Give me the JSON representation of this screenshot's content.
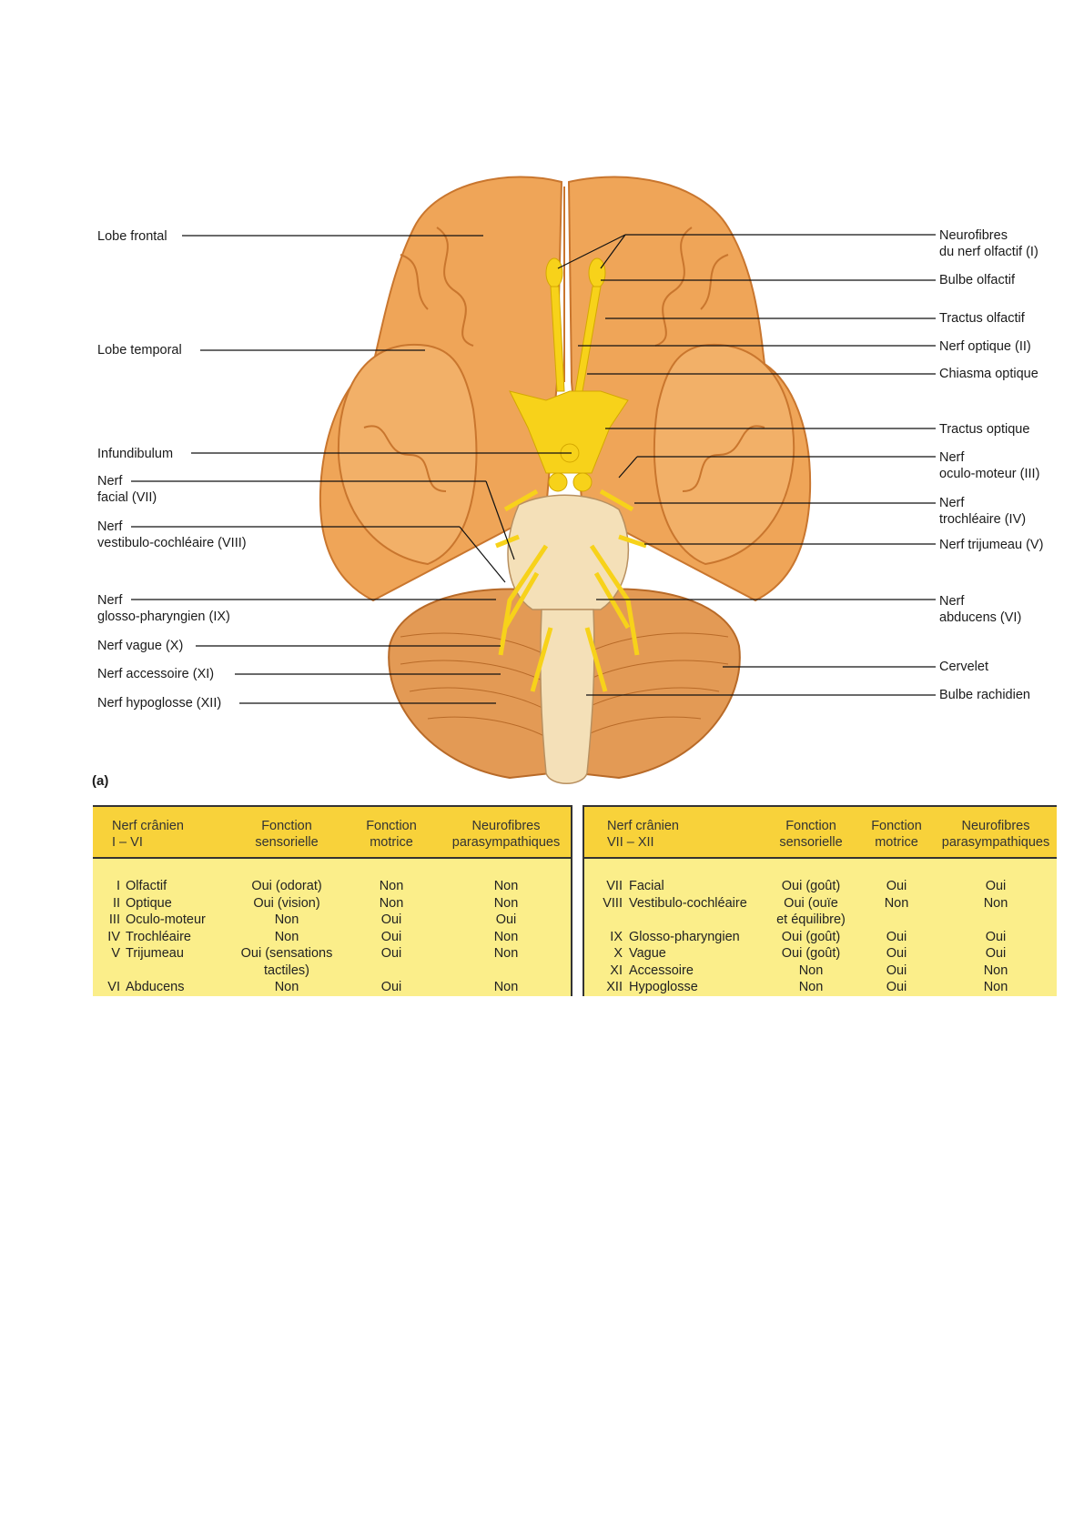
{
  "figure_tag": "(a)",
  "left_labels": [
    {
      "id": "lobe-frontal",
      "text": "Lobe frontal"
    },
    {
      "id": "lobe-temporal",
      "text": "Lobe temporal"
    },
    {
      "id": "infundibulum",
      "text": "Infundibulum"
    },
    {
      "id": "nerf-facial",
      "text": "Nerf\nfacial (VII)"
    },
    {
      "id": "nerf-vestibulo",
      "text": "Nerf\nvestibulo-cochléaire (VIII)"
    },
    {
      "id": "nerf-glosso",
      "text": "Nerf\nglosso-pharyngien (IX)"
    },
    {
      "id": "nerf-vague",
      "text": "Nerf vague (X)"
    },
    {
      "id": "nerf-accessoire",
      "text": "Nerf accessoire (XI)"
    },
    {
      "id": "nerf-hypoglosse",
      "text": "Nerf hypoglosse (XII)"
    }
  ],
  "right_labels": [
    {
      "id": "neurofibres-olfactif",
      "text": "Neurofibres\ndu nerf olfactif (I)"
    },
    {
      "id": "bulbe-olfactif",
      "text": "Bulbe olfactif"
    },
    {
      "id": "tractus-olfactif",
      "text": "Tractus olfactif"
    },
    {
      "id": "nerf-optique",
      "text": "Nerf optique (II)"
    },
    {
      "id": "chiasma-optique",
      "text": "Chiasma optique"
    },
    {
      "id": "tractus-optique",
      "text": "Tractus optique"
    },
    {
      "id": "nerf-oculo-moteur",
      "text": "Nerf\noculo-moteur (III)"
    },
    {
      "id": "nerf-trochleaire",
      "text": "Nerf\ntrochléaire (IV)"
    },
    {
      "id": "nerf-trijumeau",
      "text": "Nerf trijumeau (V)"
    },
    {
      "id": "nerf-abducens",
      "text": "Nerf\nabducens (VI)"
    },
    {
      "id": "cervelet",
      "text": "Cervelet"
    },
    {
      "id": "bulbe-rachidien",
      "text": "Bulbe rachidien"
    }
  ],
  "table_left": {
    "headers": [
      "Nerf crânien\nI – VI",
      "Fonction\nsensorielle",
      "Fonction\nmotrice",
      "Neurofibres\nparasympathiques"
    ],
    "rows": [
      {
        "num": "I",
        "name": "Olfactif",
        "sens": "Oui (odorat)",
        "mot": "Non",
        "para": "Non"
      },
      {
        "num": "II",
        "name": "Optique",
        "sens": "Oui (vision)",
        "mot": "Non",
        "para": "Non"
      },
      {
        "num": "III",
        "name": "Oculo-moteur",
        "sens": "Non",
        "mot": "Oui",
        "para": "Oui"
      },
      {
        "num": "IV",
        "name": "Trochléaire",
        "sens": "Non",
        "mot": "Oui",
        "para": "Non"
      },
      {
        "num": "V",
        "name": "Trijumeau",
        "sens": "Oui (sensations\ntactiles)",
        "mot": "Oui",
        "para": "Non"
      },
      {
        "num": "VI",
        "name": "Abducens",
        "sens": "Non",
        "mot": "Oui",
        "para": "Non"
      }
    ]
  },
  "table_right": {
    "headers": [
      "Nerf crânien\nVII – XII",
      "Fonction\nsensorielle",
      "Fonction\nmotrice",
      "Neurofibres\nparasympathiques"
    ],
    "rows": [
      {
        "num": "VII",
        "name": "Facial",
        "sens": "Oui (goût)",
        "mot": "Oui",
        "para": "Oui"
      },
      {
        "num": "VIII",
        "name": "Vestibulo-cochléaire",
        "sens": "Oui (ouïe\net équilibre)",
        "mot": "Non",
        "para": "Non"
      },
      {
        "num": "IX",
        "name": "Glosso-pharyngien",
        "sens": "Oui (goût)",
        "mot": "Oui",
        "para": "Oui"
      },
      {
        "num": "X",
        "name": "Vague",
        "sens": "Oui (goût)",
        "mot": "Oui",
        "para": "Oui"
      },
      {
        "num": "XI",
        "name": "Accessoire",
        "sens": "Non",
        "mot": "Oui",
        "para": "Non"
      },
      {
        "num": "XII",
        "name": "Hypoglosse",
        "sens": "Non",
        "mot": "Oui",
        "para": "Non"
      }
    ]
  },
  "colors": {
    "cortex": "#efa558",
    "cortex_dark": "#cf7a30",
    "nerve": "#f7d21a",
    "stem": "#f4e0b8",
    "header": "#f8d23a",
    "table_bg": "#fbee8a"
  }
}
